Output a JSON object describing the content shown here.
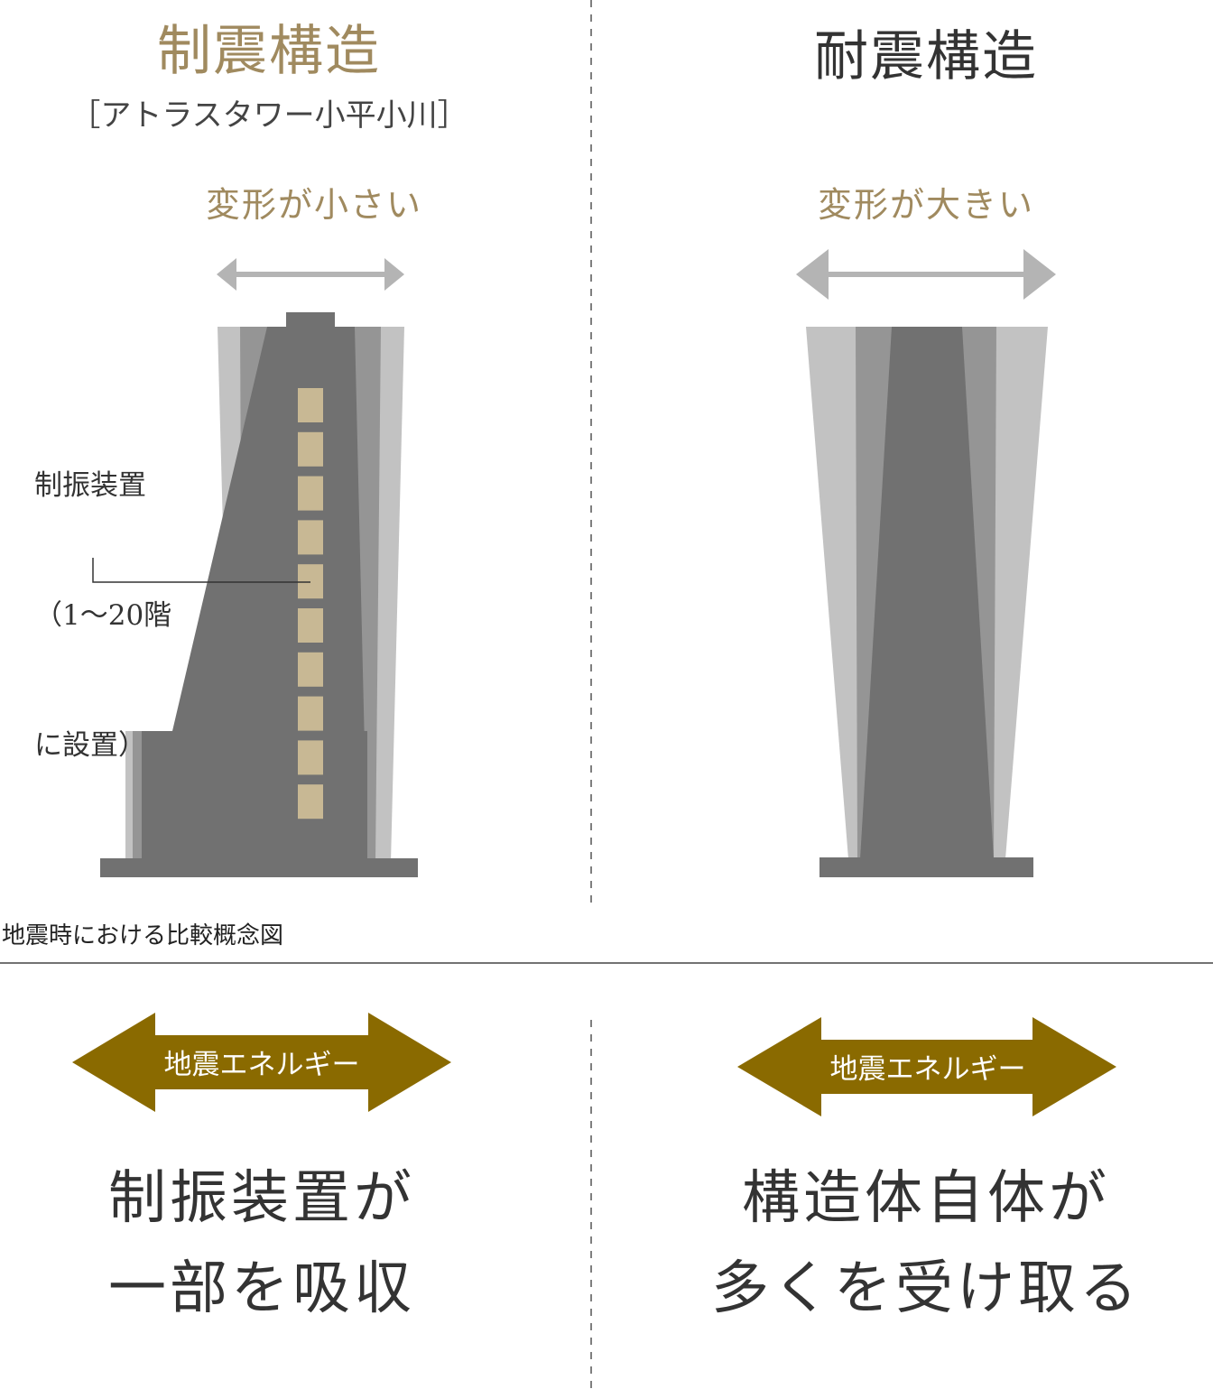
{
  "left": {
    "title": "制震構造",
    "subtitle": "［アトラスタワー小平小川］",
    "deformation": "変形が小さい",
    "damper_label_lines": [
      "制振装置",
      "（1～20階",
      "に設置）"
    ],
    "energy_label": "地震エネルギー",
    "conclusion_lines": [
      "制振装置が",
      "一部を吸収"
    ]
  },
  "right": {
    "title": "耐震構造",
    "deformation": "変形が大きい",
    "energy_label": "地震エネルギー",
    "conclusion_lines": [
      "構造体自体が",
      "多くを受け取る"
    ]
  },
  "caption": "地震時における比較概念図",
  "colors": {
    "gold_text": "#a08a5f",
    "energy_arrow": "#8a6a00",
    "building_dark": "#717171",
    "building_mid": "#959595",
    "building_light": "#c2c2c2",
    "damper": "#c8b894",
    "deform_arrow": "#b4b4b4"
  },
  "damper_count": 10
}
